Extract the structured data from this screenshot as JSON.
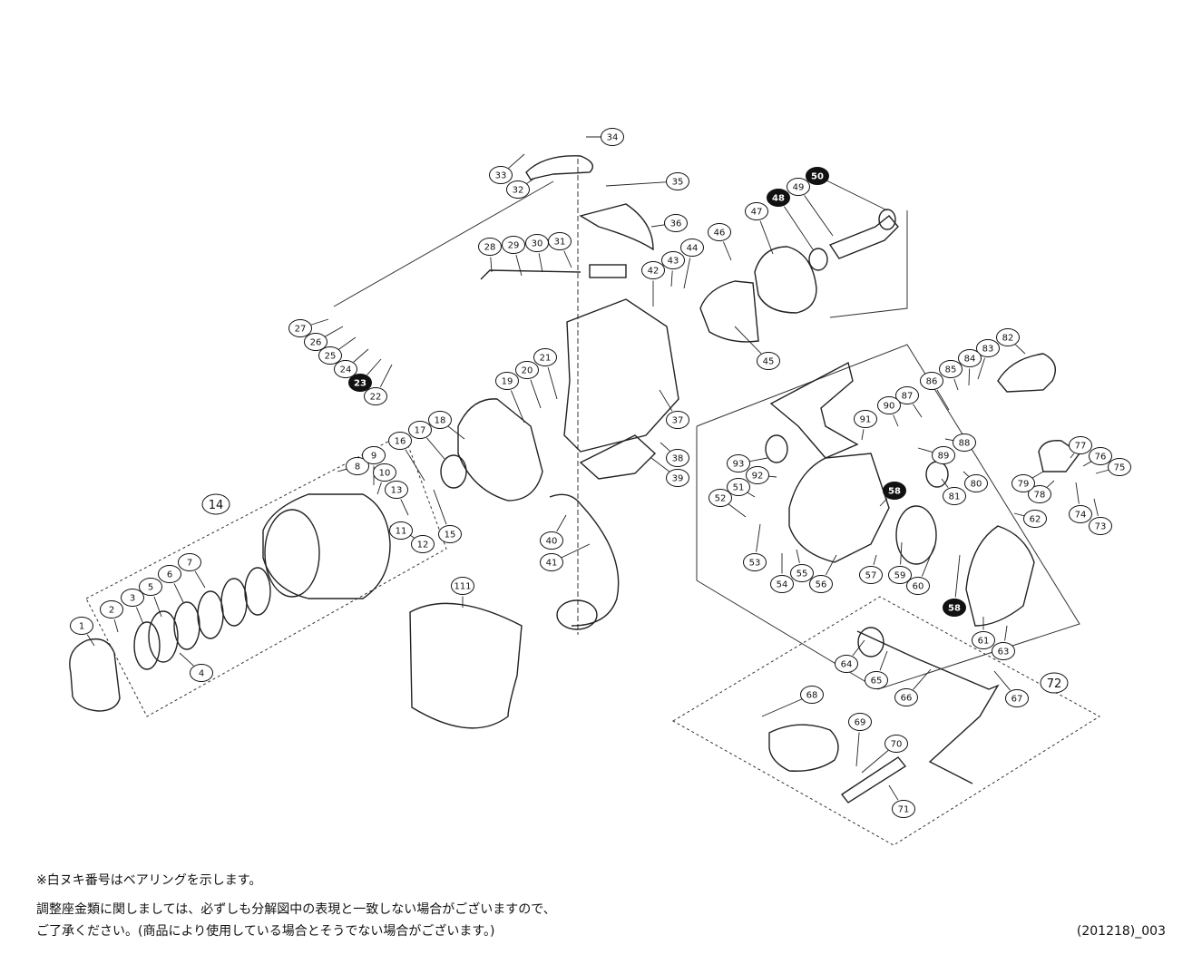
{
  "notes": {
    "bearing_note": "※白ヌキ番号はベアリングを示します。",
    "adjust_line1": "調整座金類に関しましては、必ずしも分解図中の表現と一致しない場合がございますので、",
    "adjust_line2": "ご了承ください。(商品により使用している場合とそうでない場合がございます。)"
  },
  "document_code": "(201218)_003",
  "bearing_parts": [
    "23",
    "48",
    "50",
    "58"
  ],
  "assembly_labels": [
    "14",
    "72"
  ],
  "parts": [
    "1",
    "2",
    "3",
    "4",
    "5",
    "6",
    "7",
    "8",
    "9",
    "10",
    "11",
    "12",
    "13",
    "15",
    "16",
    "17",
    "18",
    "19",
    "20",
    "21",
    "22",
    "23",
    "24",
    "25",
    "26",
    "27",
    "28",
    "29",
    "30",
    "31",
    "32",
    "33",
    "34",
    "35",
    "36",
    "37",
    "38",
    "39",
    "40",
    "41",
    "42",
    "43",
    "44",
    "45",
    "46",
    "47",
    "48",
    "49",
    "50",
    "51",
    "52",
    "53",
    "54",
    "55",
    "56",
    "57",
    "58",
    "59",
    "60",
    "61",
    "62",
    "63",
    "64",
    "65",
    "66",
    "67",
    "68",
    "69",
    "70",
    "71",
    "73",
    "74",
    "75",
    "76",
    "77",
    "78",
    "79",
    "80",
    "81",
    "82",
    "83",
    "84",
    "85",
    "86",
    "87",
    "88",
    "89",
    "90",
    "91",
    "92",
    "93",
    "111"
  ]
}
